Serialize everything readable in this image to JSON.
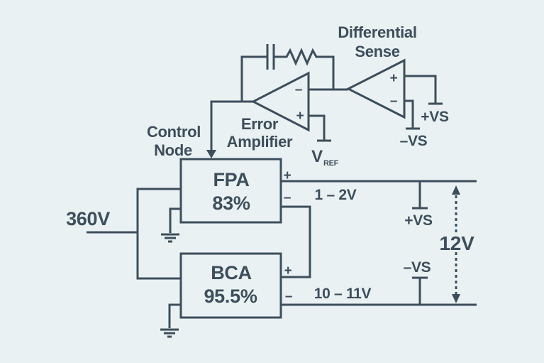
{
  "colors": {
    "background": "#e9f1f2",
    "line": "#3d4e5c"
  },
  "diagram": {
    "input": {
      "voltage": "360V"
    },
    "control_node": {
      "line1": "Control",
      "line2": "Node"
    },
    "error_amplifier": {
      "line1": "Error",
      "line2": "Amplifier",
      "minus": "–",
      "plus": "+",
      "vref": {
        "symbol": "V",
        "subscript": "REF"
      }
    },
    "differential_sense": {
      "line1": "Differential",
      "line2": "Sense",
      "plus": "+",
      "minus": "–",
      "pos_supply": "+VS",
      "neg_supply": "–VS"
    },
    "fpa": {
      "name": "FPA",
      "efficiency": "83%",
      "plus": "+",
      "minus": "–",
      "output_range": "1 – 2V"
    },
    "bca": {
      "name": "BCA",
      "efficiency": "95.5%",
      "plus": "+",
      "minus": "–",
      "output_range": "10 – 11V"
    },
    "output": {
      "pos_supply": "+VS",
      "neg_supply": "–VS",
      "bus_voltage": "12V"
    }
  }
}
